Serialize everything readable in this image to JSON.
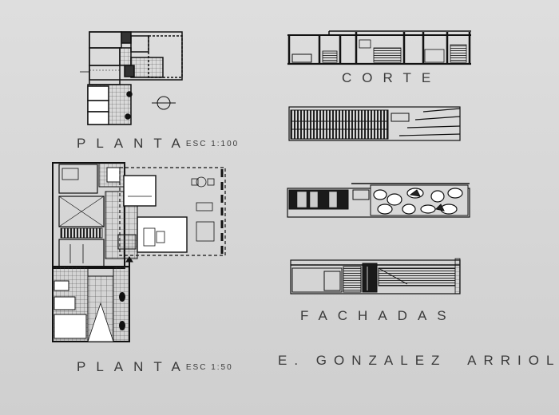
{
  "sheet": {
    "labels": {
      "plan_top": "PLANTA",
      "plan_top_scale": "ESC 1:100",
      "plan_bottom": "PLANTA",
      "plan_bottom_scale": "ESC 1:50",
      "section": "CORTE",
      "elevations": "FACHADAS",
      "author_initial": "E.",
      "author_name": "GONZALEZ",
      "author_surname": "ARRIOLA"
    }
  }
}
